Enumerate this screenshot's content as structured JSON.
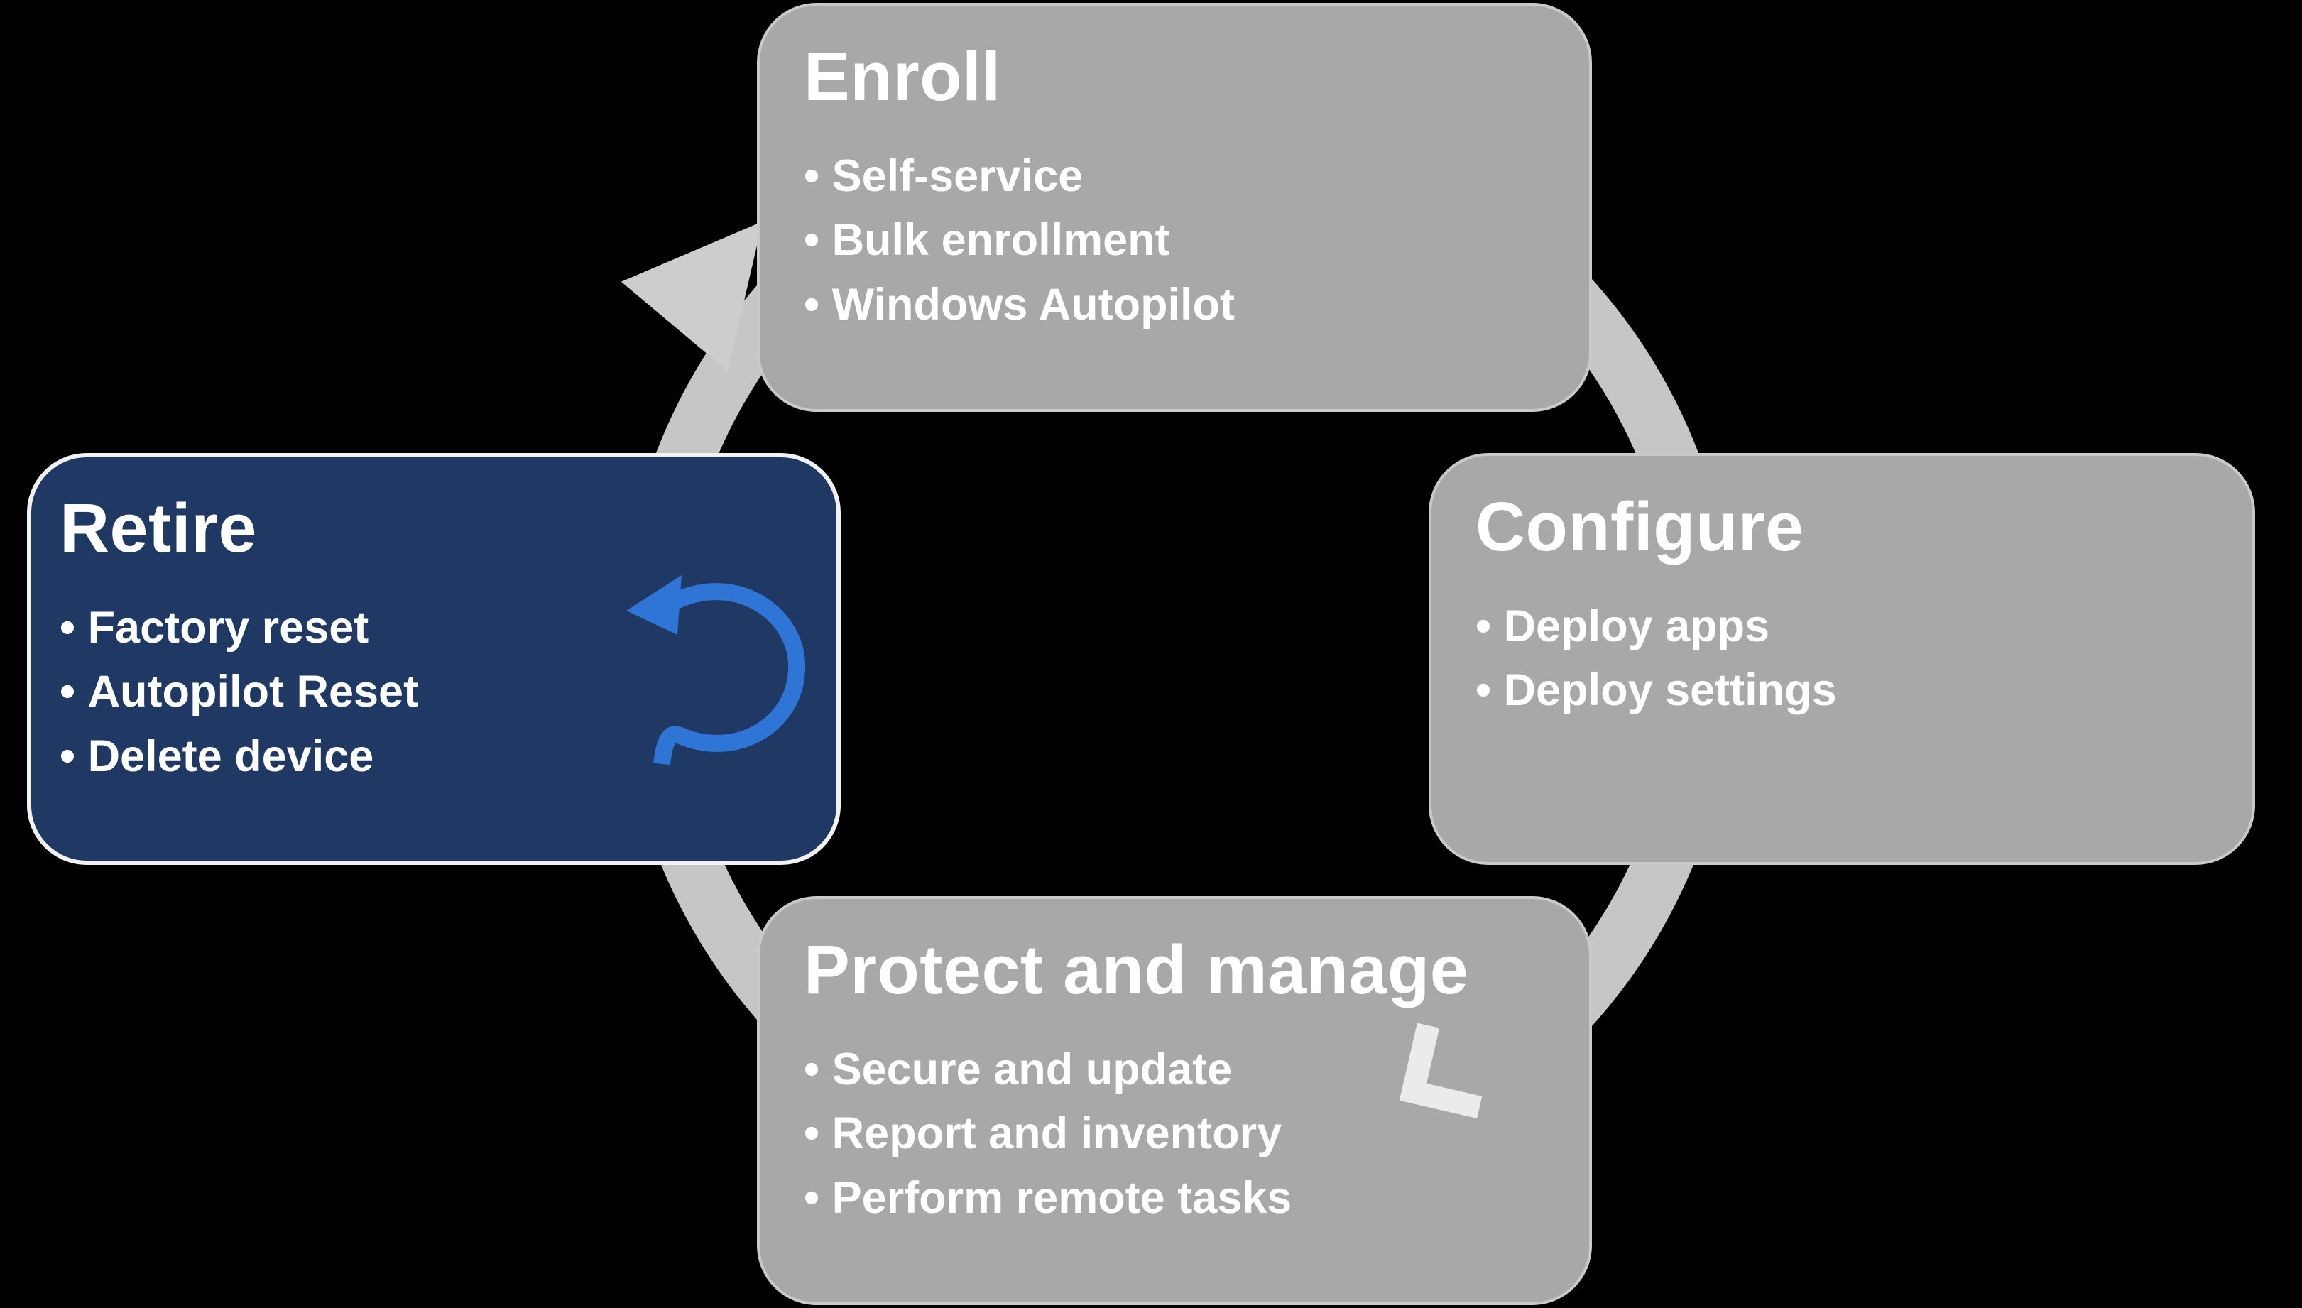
{
  "page": {
    "background_color": "#000000"
  },
  "diagram": {
    "type": "cycle",
    "direction": "clockwise",
    "cycle_arrow_color": "#c6c6c6",
    "cycle_arrow_notch_color": "#ebebeb",
    "box_color": "#a8a8a8",
    "highlight_box_color": "#1f3864",
    "text_color": "#ffffff",
    "accent_arrow_color": "#2e75d6",
    "boxes": [
      {
        "id": "enroll",
        "title": "Enroll",
        "items": [
          "Self-service",
          "Bulk enrollment",
          "Windows Autopilot"
        ],
        "highlighted": false
      },
      {
        "id": "configure",
        "title": "Configure",
        "items": [
          "Deploy apps",
          "Deploy settings"
        ],
        "highlighted": false
      },
      {
        "id": "protect-and-manage",
        "title": "Protect and manage",
        "items": [
          "Secure and update",
          "Report and inventory",
          "Perform remote tasks"
        ],
        "highlighted": false
      },
      {
        "id": "retire",
        "title": "Retire",
        "items": [
          "Factory reset",
          "Autopilot Reset",
          "Delete device"
        ],
        "highlighted": true,
        "icon": "undo-reset-arrow"
      }
    ]
  }
}
